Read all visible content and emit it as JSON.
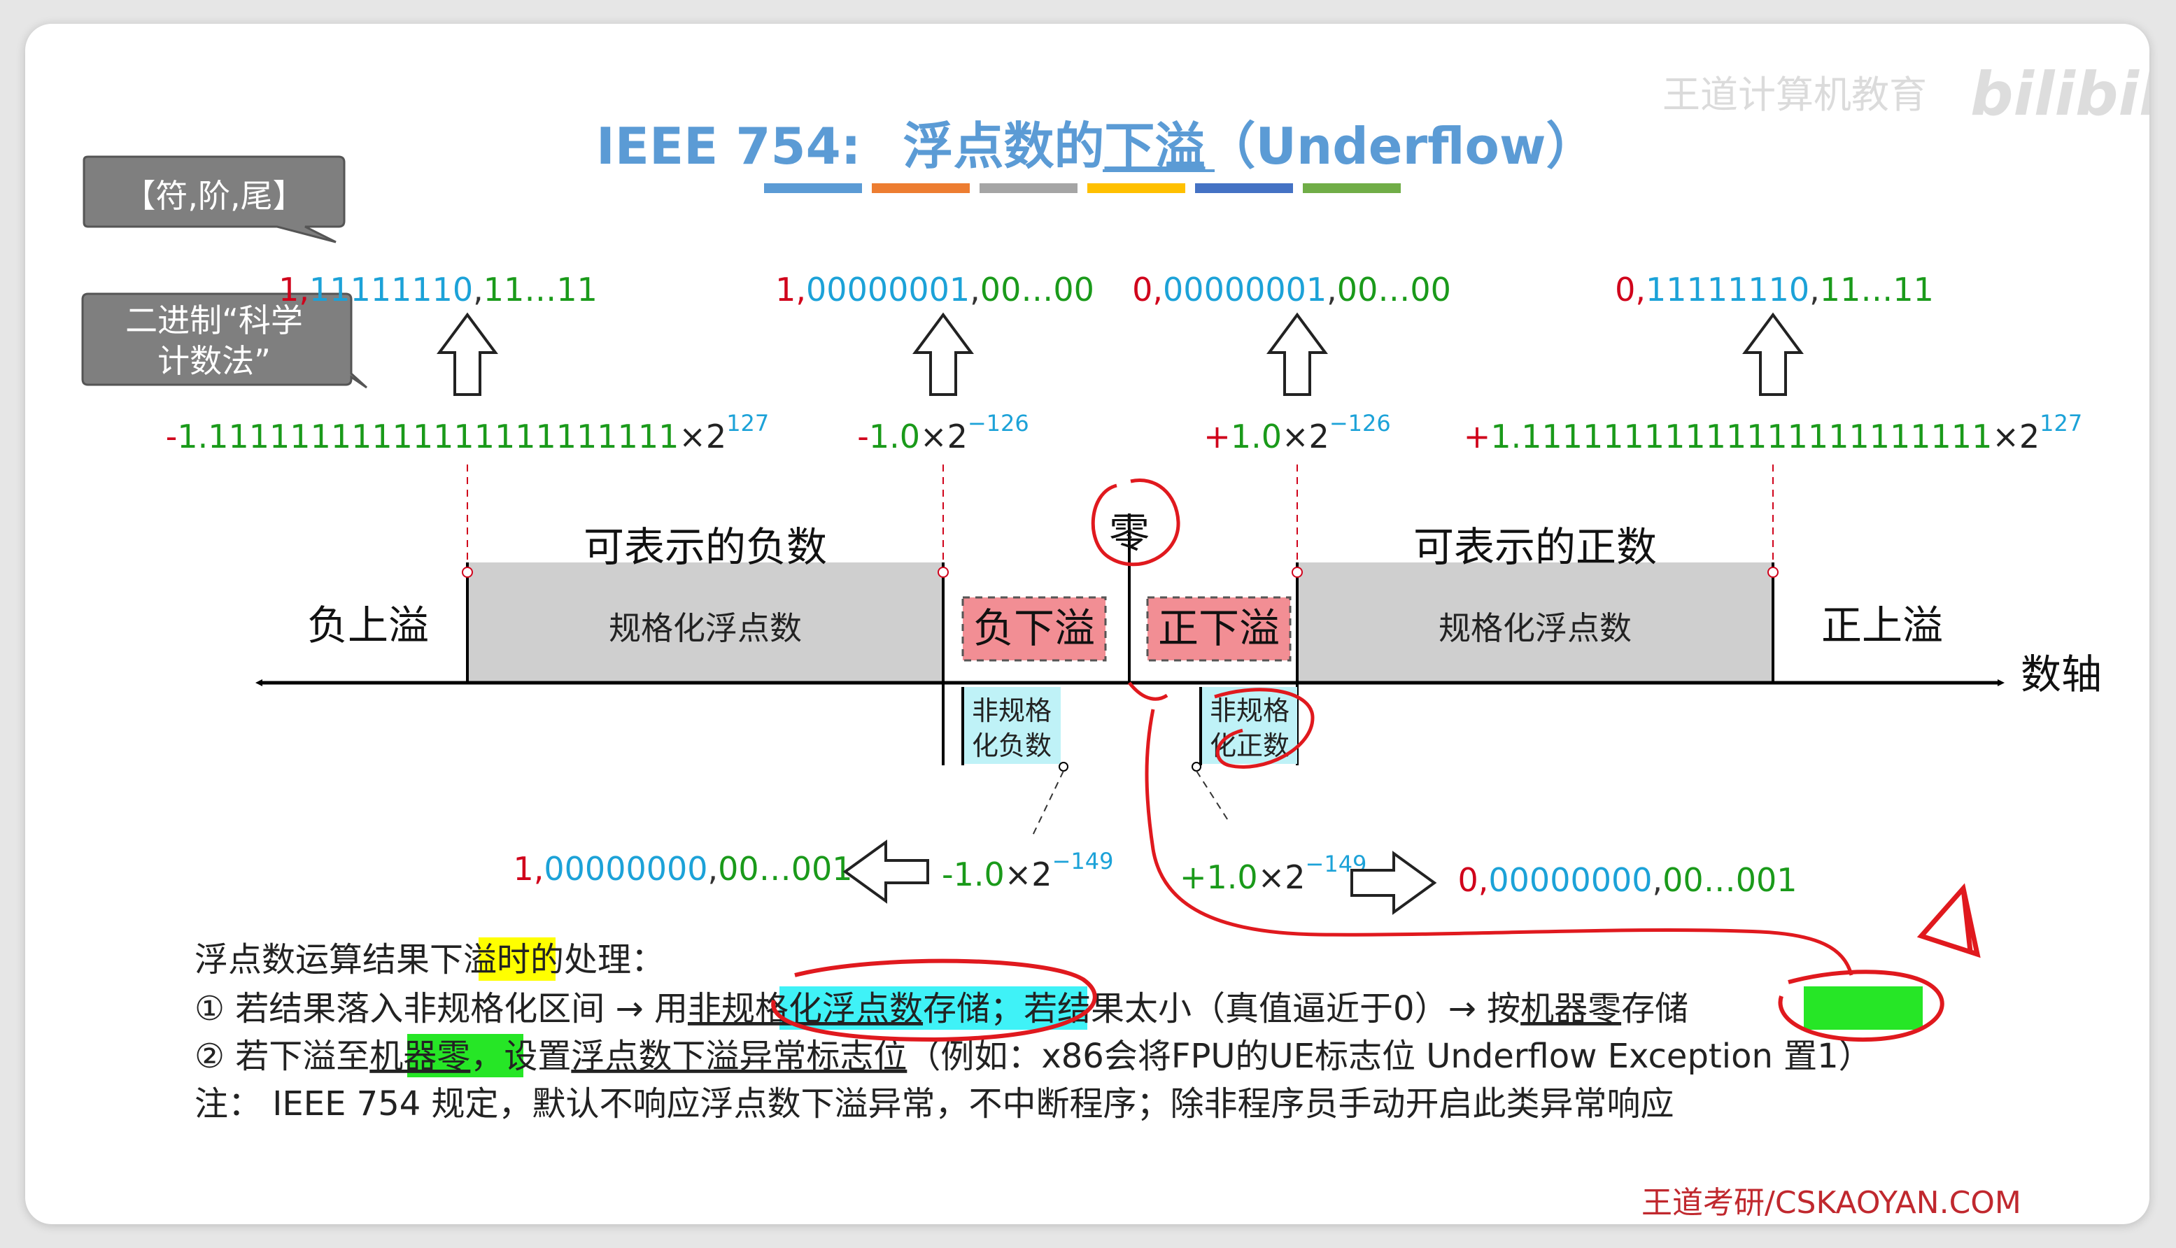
{
  "title": {
    "prefix": "IEEE 754:",
    "main": "浮点数的",
    "underlined": "下溢",
    "suffix": "（Underflow）"
  },
  "watermark": {
    "text": "王道计算机教育",
    "logo": "bilibili"
  },
  "colors": {
    "title": "#5b9bd5",
    "sign": "#d0021b",
    "exponent": "#1ca2d8",
    "mantissa": "#1a9a1a",
    "gray_band": "#cfcfcf",
    "underflow_box": "#f28e94",
    "denormal_box": "#bff2f7",
    "annotation": "#e0191e",
    "highlight_yellow": "#ffff00",
    "highlight_green": "#26e626",
    "highlight_cyan": "#3ff2f7",
    "callout": "#7f7f7f"
  },
  "color_bar": [
    "#5b9bd5",
    "#ed7d31",
    "#a5a5a5",
    "#ffc000",
    "#4472c4",
    "#70ad47"
  ],
  "callouts": {
    "format": "【符,阶,尾】",
    "sci_line1": "二进制“科学",
    "sci_line2": "计数法”"
  },
  "binary_top": [
    {
      "sign": "1",
      "sep1": ",",
      "exp": "11111110",
      "sep2": ",",
      "mant": "11…11"
    },
    {
      "sign": "1",
      "sep1": ",",
      "exp": "00000001",
      "sep2": ",",
      "mant": "00…00"
    },
    {
      "sign": "0",
      "sep1": ",",
      "exp": "00000001",
      "sep2": ",",
      "mant": "00…00"
    },
    {
      "sign": "0",
      "sep1": ",",
      "exp": "11111110",
      "sep2": ",",
      "mant": "11…11"
    }
  ],
  "sci_values": [
    {
      "sign": "-",
      "mant": "1.11111111111111111111111",
      "base": "×2",
      "exp": "127"
    },
    {
      "sign": "-",
      "mant": "1.0",
      "base": "×2",
      "exp": "−126"
    },
    {
      "sign": "+",
      "mant": "1.0",
      "base": "×2",
      "exp": "−126"
    },
    {
      "sign": "+",
      "mant": "1.11111111111111111111111",
      "base": "×2",
      "exp": "127"
    }
  ],
  "regions": {
    "neg_overflow": "负上溢",
    "neg_representable": "可表示的负数",
    "neg_normalized": "规格化浮点数",
    "neg_underflow": "负下溢",
    "zero": "零",
    "pos_underflow": "正下溢",
    "pos_representable": "可表示的正数",
    "pos_normalized": "规格化浮点数",
    "pos_overflow": "正上溢",
    "axis_label": "数轴"
  },
  "denormals": {
    "neg_line1": "非规格",
    "neg_line2": "化负数",
    "pos_line1": "非规格",
    "pos_line2": "化正数"
  },
  "bottom_values": {
    "left_binary": {
      "sign": "1",
      "sep1": ",",
      "exp": "00000000",
      "sep2": ",",
      "mant": "00…001"
    },
    "left_sci": {
      "mant": "-1.0",
      "base": "×2",
      "exp": "−149"
    },
    "right_sci": {
      "mant": "+1.0",
      "base": "×2",
      "exp": "−149"
    },
    "right_binary": {
      "sign": "0",
      "sep1": ",",
      "exp": "00000000",
      "sep2": ",",
      "mant": "00…001"
    }
  },
  "notes": {
    "line1_a": "浮点数运算结果",
    "line1_hl": "下溢",
    "line1_b": "时的处理：",
    "line2_a": "① 若结果落入非规格化区间 → 用",
    "line2_hl": "非规格化浮点数",
    "line2_b": "存储；若结果太小（真值逼近于0）→ 按",
    "line2_hl2": "机器零",
    "line2_c": "存储",
    "line3_a": "② 若下溢至",
    "line3_hl": "机器零",
    "line3_b": "，设置",
    "line3_ul": "浮点数下溢异常标志位",
    "line3_c": "（例如：x86会将FPU的UE标志位 Underflow Exception 置1）",
    "line4": "注： IEEE 754 规定，默认不响应浮点数下溢异常，不中断程序；除非程序员手动开启此类异常响应"
  },
  "footer": "王道考研/CSKAOYAN.COM"
}
